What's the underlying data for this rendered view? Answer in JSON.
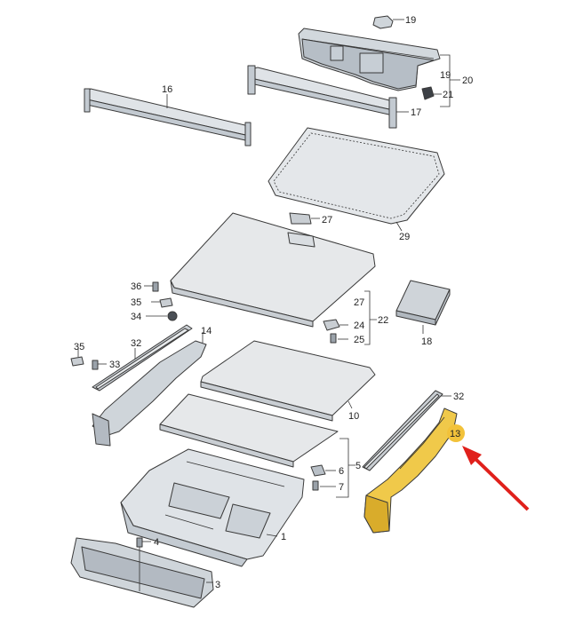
{
  "callouts": {
    "c1": "1",
    "c3": "3",
    "c4": "4",
    "c5": "5",
    "c6": "6",
    "c7": "7",
    "c10": "10",
    "c13": "13",
    "c14": "14",
    "c16": "16",
    "c17": "17",
    "c18": "18",
    "c19a": "19",
    "c19b": "19",
    "c20": "20",
    "c21": "21",
    "c22": "22",
    "c24": "24",
    "c25": "25",
    "c27a": "27",
    "c27b": "27",
    "c29": "29",
    "c32a": "32",
    "c32b": "32",
    "c33": "33",
    "c34": "34",
    "c35a": "35",
    "c35b": "35",
    "c36": "36"
  },
  "highlight": {
    "part": "13",
    "color": "#f2c23a",
    "arrow_color": "#e0201b"
  },
  "colors": {
    "part_fill": "#dfe3e7",
    "part_dark": "#b9c0c7",
    "panel_fill": "#e9ecee",
    "highlight_part": "#f0c94a"
  }
}
